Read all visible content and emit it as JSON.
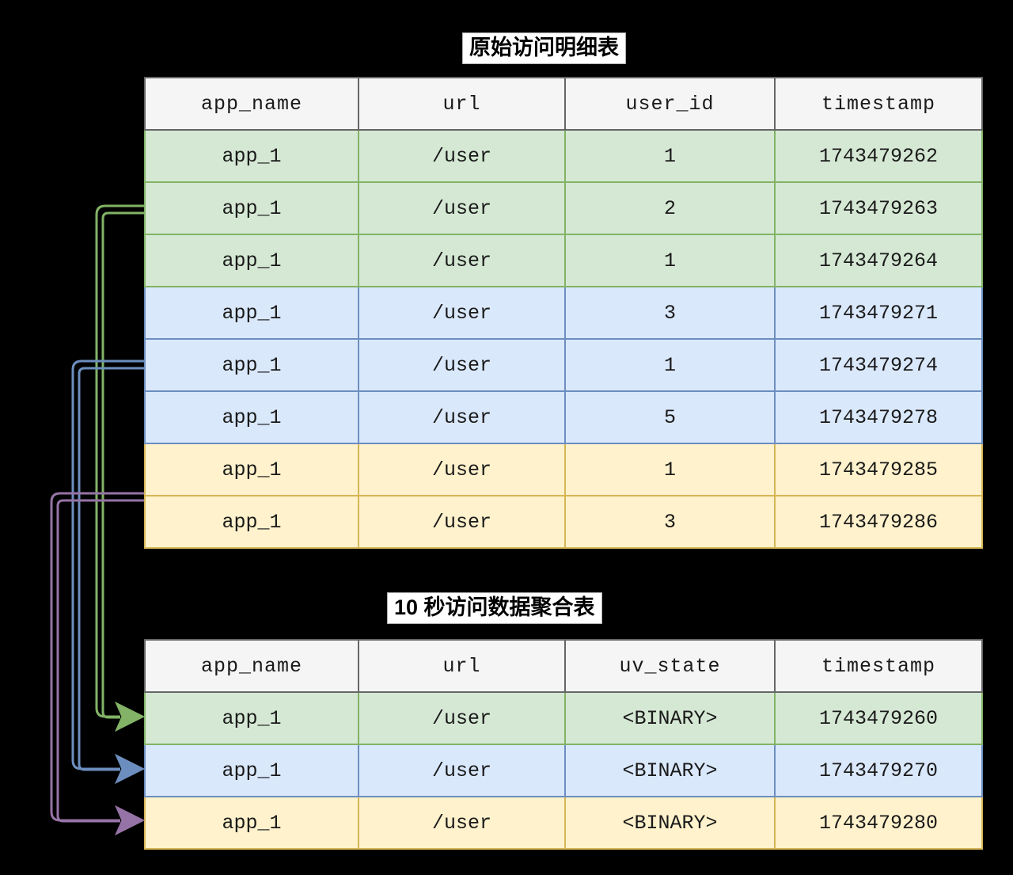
{
  "diagram": {
    "background_color": "#000000",
    "accent_colors": {
      "green_fill": "#d5e8d4",
      "green_stroke": "#82b366",
      "blue_fill": "#dae8fc",
      "blue_stroke": "#6c8ebf",
      "yellow_fill": "#fff2cc",
      "yellow_stroke": "#d6b656",
      "header_fill": "#f5f5f5",
      "header_stroke": "#666666"
    }
  },
  "detail_table": {
    "title": "原始访问明细表",
    "columns": [
      "app_name",
      "url",
      "user_id",
      "timestamp"
    ],
    "rows": [
      {
        "group": "green",
        "app_name": "app_1",
        "url": "/user",
        "user_id": "1",
        "timestamp": "1743479262"
      },
      {
        "group": "green",
        "app_name": "app_1",
        "url": "/user",
        "user_id": "2",
        "timestamp": "1743479263"
      },
      {
        "group": "green",
        "app_name": "app_1",
        "url": "/user",
        "user_id": "1",
        "timestamp": "1743479264"
      },
      {
        "group": "blue",
        "app_name": "app_1",
        "url": "/user",
        "user_id": "3",
        "timestamp": "1743479271"
      },
      {
        "group": "blue",
        "app_name": "app_1",
        "url": "/user",
        "user_id": "1",
        "timestamp": "1743479274"
      },
      {
        "group": "blue",
        "app_name": "app_1",
        "url": "/user",
        "user_id": "5",
        "timestamp": "1743479278"
      },
      {
        "group": "yellow",
        "app_name": "app_1",
        "url": "/user",
        "user_id": "1",
        "timestamp": "1743479285"
      },
      {
        "group": "yellow",
        "app_name": "app_1",
        "url": "/user",
        "user_id": "3",
        "timestamp": "1743479286"
      }
    ]
  },
  "agg_table": {
    "title": "10 秒访问数据聚合表",
    "columns": [
      "app_name",
      "url",
      "uv_state",
      "timestamp"
    ],
    "rows": [
      {
        "group": "green",
        "app_name": "app_1",
        "url": "/user",
        "uv_state": "<BINARY>",
        "timestamp": "1743479260"
      },
      {
        "group": "blue",
        "app_name": "app_1",
        "url": "/user",
        "uv_state": "<BINARY>",
        "timestamp": "1743479270"
      },
      {
        "group": "yellow",
        "app_name": "app_1",
        "url": "/user",
        "uv_state": "<BINARY>",
        "timestamp": "1743479280"
      }
    ]
  },
  "connectors": [
    {
      "name": "green-group-to-agg-row-1",
      "color": "#82b366"
    },
    {
      "name": "blue-group-to-agg-row-2",
      "color": "#6c8ebf"
    },
    {
      "name": "yellow-group-to-agg-row-3",
      "color": "#9673a6"
    }
  ]
}
